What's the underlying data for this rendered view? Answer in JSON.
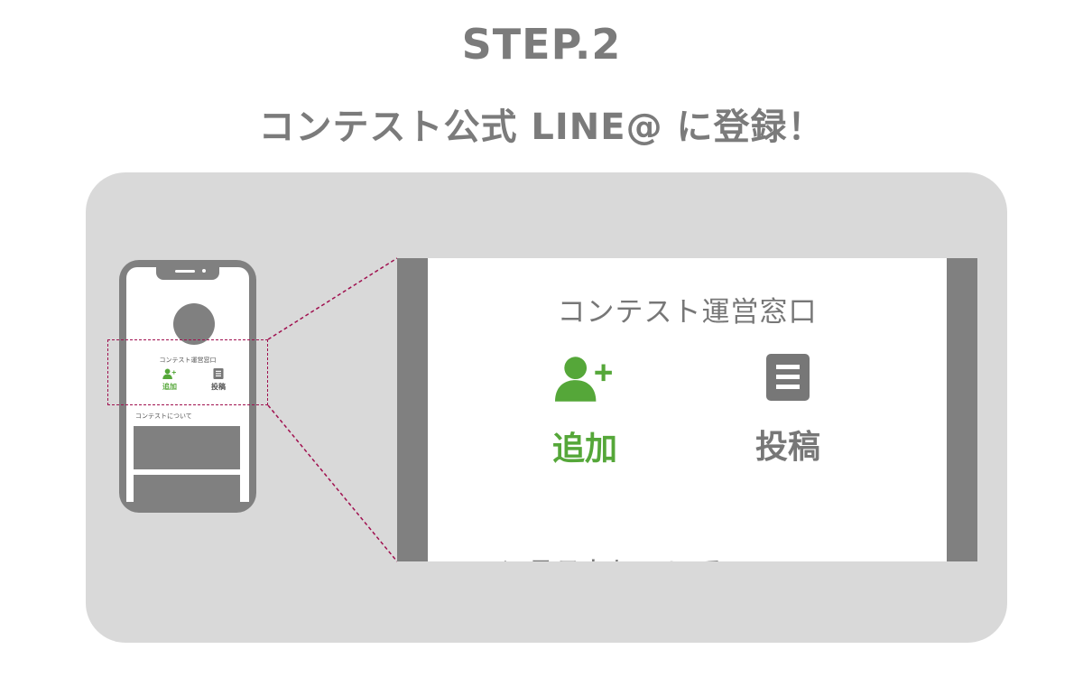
{
  "heading": {
    "step": "STEP.2",
    "subtitle": "コンテスト公式 LINE@ に登録！"
  },
  "account_name": "コンテスト運営窓口",
  "actions": {
    "add_label": "追加",
    "post_label": "投稿"
  },
  "section_label": "コンテストについて",
  "icons": {
    "add": "add-friend-icon",
    "post": "document-icon"
  },
  "colors": {
    "text_gray": "#7b7b7b",
    "accent_green": "#55a739",
    "panel_bg": "#d9d9d9",
    "device_gray": "#808080",
    "callout_magenta": "#a0104f"
  }
}
